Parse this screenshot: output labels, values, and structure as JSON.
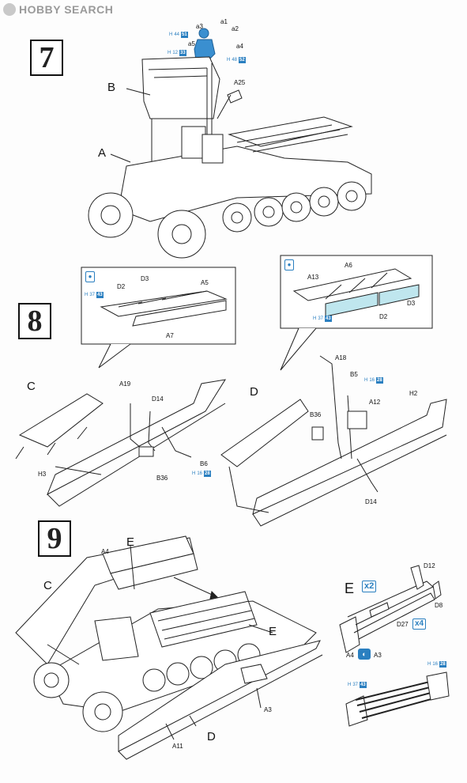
{
  "watermark": "HOBBY SEARCH",
  "steps": [
    "7",
    "8",
    "9"
  ],
  "step7": {
    "labels": [
      "a1",
      "a2",
      "a3",
      "a4",
      "a5",
      "A25",
      "B",
      "A"
    ],
    "badges": [
      {
        "prefix": "H",
        "part": "44",
        "num": "51"
      },
      {
        "prefix": "H",
        "part": "12",
        "num": "33"
      },
      {
        "prefix": "H",
        "part": "48",
        "num": "52"
      }
    ]
  },
  "step8": {
    "inset_left": {
      "labels": [
        "D3",
        "D2",
        "A5",
        "A7"
      ],
      "badge": {
        "prefix": "H",
        "part": "37",
        "num": "43"
      }
    },
    "inset_right": {
      "labels": [
        "A6",
        "A13",
        "D3",
        "D2"
      ],
      "badge": {
        "prefix": "H",
        "part": "37",
        "num": "43"
      }
    },
    "sub_c": {
      "letter": "C",
      "labels": [
        "A19",
        "D14",
        "B36",
        "B6",
        "H3"
      ],
      "badge": {
        "prefix": "H",
        "part": "16",
        "num": "28"
      }
    },
    "sub_d": {
      "letter": "D",
      "labels": [
        "A18",
        "B5",
        "B36",
        "A12",
        "H2",
        "D14"
      ],
      "badge": {
        "prefix": "H",
        "part": "16",
        "num": "28"
      }
    }
  },
  "step9": {
    "labels": [
      "A4",
      "E",
      "C",
      "E",
      "A3",
      "A11",
      "D"
    ],
    "sub_e": {
      "letter": "E",
      "count": "x2",
      "labels": [
        "D12",
        "D8",
        "D27",
        "A4",
        "A3"
      ],
      "d27_count": "x4",
      "badges": [
        {
          "prefix": "H",
          "part": "16",
          "num": "28"
        },
        {
          "prefix": "H",
          "part": "37",
          "num": "43"
        }
      ]
    }
  },
  "colors": {
    "accent": "#2a7fc0",
    "line": "#222222",
    "figure": "#3a8fd0",
    "glass": "#bfe6ee"
  }
}
